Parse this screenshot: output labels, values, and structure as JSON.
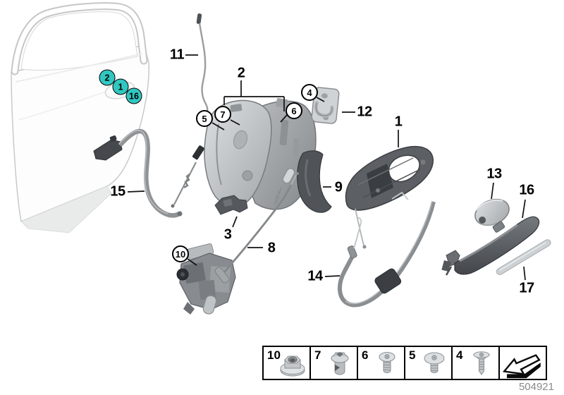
{
  "diagram": {
    "number": "504921",
    "colors": {
      "highlight": "#31c7c1",
      "callout_text": "#000000",
      "part_number_text": "#8a8a8a"
    }
  },
  "callouts": {
    "plain": [
      {
        "label": "11"
      },
      {
        "label": "2"
      },
      {
        "label": "12"
      },
      {
        "label": "1"
      },
      {
        "label": "9"
      },
      {
        "label": "15"
      },
      {
        "label": "3"
      },
      {
        "label": "8"
      },
      {
        "label": "14"
      },
      {
        "label": "13"
      },
      {
        "label": "16"
      },
      {
        "label": "17"
      }
    ],
    "circled": [
      {
        "label": "5"
      },
      {
        "label": "7"
      },
      {
        "label": "6"
      },
      {
        "label": "4"
      },
      {
        "label": "10"
      }
    ],
    "highlighted": [
      {
        "label": "2"
      },
      {
        "label": "1"
      },
      {
        "label": "16"
      }
    ]
  },
  "legend": {
    "items": [
      {
        "label": "10",
        "icon": "flange-nut-icon"
      },
      {
        "label": "7",
        "icon": "expansion-rivet-icon"
      },
      {
        "label": "6",
        "icon": "pan-head-screw-icon"
      },
      {
        "label": "5",
        "icon": "dome-head-screw-icon"
      },
      {
        "label": "4",
        "icon": "countersunk-screw-icon"
      },
      {
        "icon": "direction-arrow-icon"
      }
    ]
  }
}
